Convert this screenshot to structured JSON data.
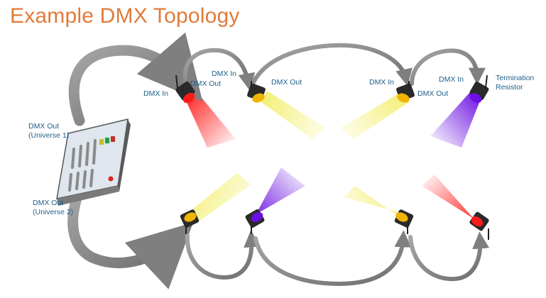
{
  "title": "Example DMX Topology",
  "labels": {
    "dmx_out_universe1_line1": "DMX Out",
    "dmx_out_universe1_line2": "(Universe 1)",
    "dmx_out_universe2_line1": "DMX Out",
    "dmx_out_universe2_line2": "(Universe 2)",
    "fixture1_in": "DMX In",
    "fixture1_out": "DMX Out",
    "fixture2_in": "DMX In",
    "fixture2_out": "DMX Out",
    "fixture3_in": "DMX In",
    "fixture3_out": "DMX Out",
    "fixture4_in": "DMX In",
    "termination_line1": "Termination",
    "termination_line2": "Resistor"
  },
  "fixtures": [
    {
      "id": "top-1",
      "universe": 1,
      "beam_color": "#ff1a1a"
    },
    {
      "id": "top-2",
      "universe": 1,
      "beam_color": "#f5f07a"
    },
    {
      "id": "top-3",
      "universe": 1,
      "beam_color": "#f5f07a"
    },
    {
      "id": "top-4",
      "universe": 1,
      "beam_color": "#7a1fe0"
    },
    {
      "id": "bottom-1",
      "universe": 2,
      "beam_color": "#f5f07a"
    },
    {
      "id": "bottom-2",
      "universe": 2,
      "beam_color": "#7a1fe0"
    },
    {
      "id": "bottom-3",
      "universe": 2,
      "beam_color": "#f5f07a"
    },
    {
      "id": "bottom-4",
      "universe": 2,
      "beam_color": "#ff1a1a"
    }
  ],
  "colors": {
    "title": "#e07b39",
    "label": "#1f5f8b",
    "cable": "#7f7f7f"
  }
}
